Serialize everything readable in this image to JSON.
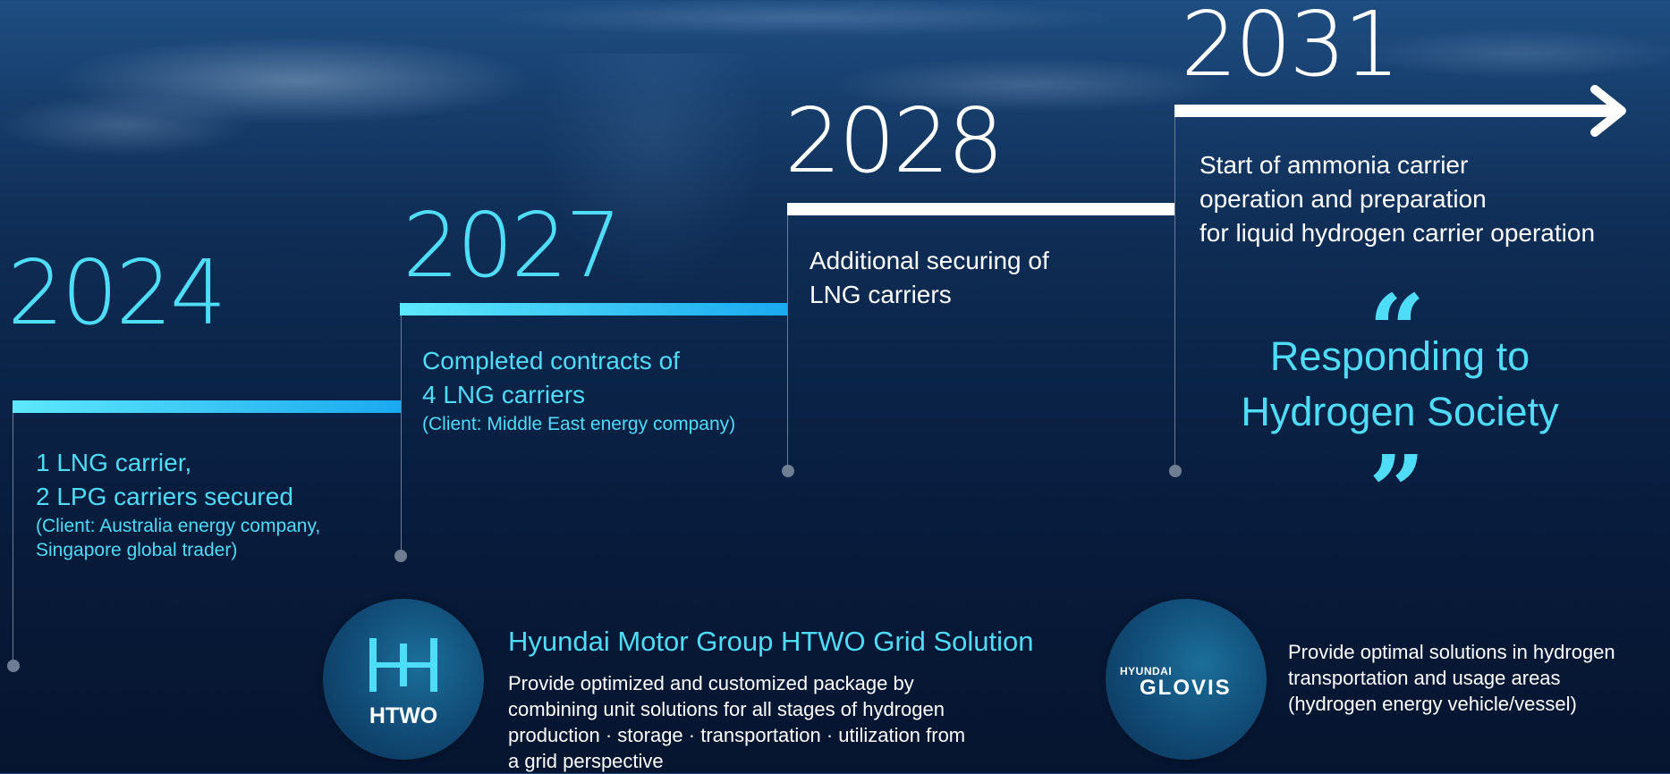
{
  "timeline": [
    {
      "year": "2024",
      "lines": [
        "1 LNG carrier,",
        "2 LPG carriers secured"
      ],
      "client": [
        "(Client: Australia energy company,",
        "Singapore global trader)"
      ]
    },
    {
      "year": "2027",
      "lines": [
        "Completed contracts of",
        "4 LNG carriers"
      ],
      "client": [
        "(Client: Middle East energy company)"
      ]
    },
    {
      "year": "2028",
      "lines": [
        "Additional securing of",
        "LNG carriers"
      ]
    },
    {
      "year": "2031",
      "lines": [
        "Start of ammonia carrier",
        "operation and preparation",
        "for liquid hydrogen carrier operation"
      ]
    }
  ],
  "slogan": {
    "open_quote": "“",
    "lines": [
      "Responding to",
      "Hydrogen Society"
    ],
    "close_quote": "”"
  },
  "partners": [
    {
      "logo_text": "HTWO",
      "logo_icon": "htwo-h-logo-icon",
      "title": "Hyundai Motor Group HTWO Grid Solution",
      "text": [
        "Provide optimized and customized package by",
        "combining unit solutions for all stages of hydrogen",
        "production · storage · transportation · utilization from",
        "a grid perspective"
      ]
    },
    {
      "logo_text_top": "HYUNDAI",
      "logo_text_bottom": "GLOVIS",
      "text": [
        "Provide optimal solutions in hydrogen",
        "transportation and usage areas",
        "(hydrogen energy vehicle/vessel)"
      ]
    }
  ],
  "colors": {
    "accent_cyan": "#4fdcf7",
    "bar_cyan_start": "#5de8fb",
    "bar_cyan_end": "#1aa9f0",
    "white": "#ffffff",
    "connector_gray": "#6f7d92"
  }
}
